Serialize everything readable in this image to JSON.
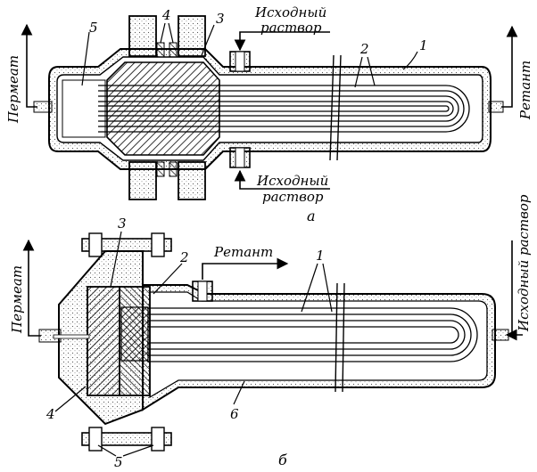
{
  "labels": {
    "permeate": "Пермеат",
    "retentate": "Ретант",
    "feed_line1": "Исходный",
    "feed_line2": "раствор",
    "feed_full": "Исходный раствор"
  },
  "callouts": {
    "n1": "1",
    "n2": "2",
    "n3": "3",
    "n4": "4",
    "n5": "5",
    "n6": "6"
  },
  "captions": {
    "a": "а",
    "b": "б"
  }
}
